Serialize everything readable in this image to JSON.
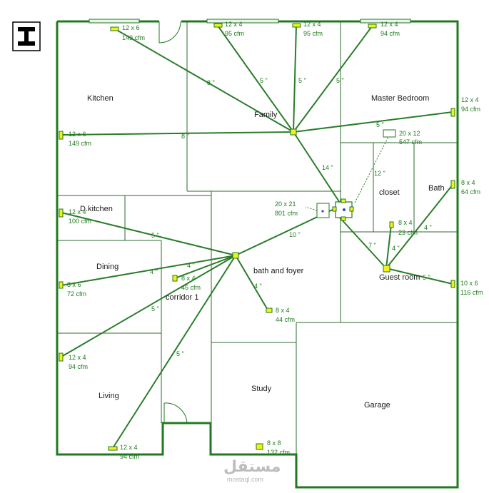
{
  "colors": {
    "wall": "#1f7a1f",
    "duct": "#2a7d2a",
    "label": "#1f7a1f",
    "fitting": "#f2f21a",
    "inner_wall": "#2e6b2e"
  },
  "legend_icon": "i-beam-icon",
  "rooms": [
    {
      "id": "kitchen",
      "label": "Kitchen"
    },
    {
      "id": "family",
      "label": "Family"
    },
    {
      "id": "master-bedroom",
      "label": "Master Bedroom"
    },
    {
      "id": "closet",
      "label": "closet"
    },
    {
      "id": "bath",
      "label": "Bath"
    },
    {
      "id": "d-kitchen",
      "label": "D.kitchen"
    },
    {
      "id": "dining",
      "label": "Dining"
    },
    {
      "id": "bath-foyer",
      "label": "bath and foyer"
    },
    {
      "id": "corridor",
      "label": "corridor 1"
    },
    {
      "id": "guest-room",
      "label": "Guest room"
    },
    {
      "id": "living",
      "label": "Living"
    },
    {
      "id": "study",
      "label": "Study"
    },
    {
      "id": "garage",
      "label": "Garage"
    }
  ],
  "registers": [
    {
      "id": "kitchen-top",
      "size": "12 x 6",
      "flow": "149 cfm"
    },
    {
      "id": "family-top-1",
      "size": "12 x 4",
      "flow": "95 cfm"
    },
    {
      "id": "family-top-2",
      "size": "12 x 4",
      "flow": "95 cfm"
    },
    {
      "id": "master-top",
      "size": "12 x 4",
      "flow": "94 cfm"
    },
    {
      "id": "master-right",
      "size": "12 x 4",
      "flow": "94 cfm"
    },
    {
      "id": "kitchen-left",
      "size": "12 x 6",
      "flow": "149 cfm"
    },
    {
      "id": "closet-grille",
      "size": "20 x 12",
      "flow": "547 cfm"
    },
    {
      "id": "bath-right",
      "size": "8 x 4",
      "flow": "64 cfm"
    },
    {
      "id": "return-main",
      "size": "20 x 21",
      "flow": "801 cfm"
    },
    {
      "id": "dkitchen-left",
      "size": "12 x 4",
      "flow": "100 cfm"
    },
    {
      "id": "guest-small",
      "size": "8 x 4",
      "flow": "23 cfm"
    },
    {
      "id": "corridor-reg",
      "size": "8 x 4",
      "flow": "45 cfm"
    },
    {
      "id": "dining-left",
      "size": "8 x 6",
      "flow": "72 cfm"
    },
    {
      "id": "guest-right",
      "size": "10 x 6",
      "flow": "116 cfm"
    },
    {
      "id": "foyer-reg",
      "size": "8 x 4",
      "flow": "44 cfm"
    },
    {
      "id": "living-left",
      "size": "12 x 4",
      "flow": "94 cfm"
    },
    {
      "id": "living-bottom",
      "size": "12 x 4",
      "flow": "94 cfm"
    },
    {
      "id": "study-bottom",
      "size": "8 x 8",
      "flow": "132 cfm"
    }
  ],
  "duct_labels": [
    {
      "id": "d-kitchen-top",
      "text": "8 \""
    },
    {
      "id": "d-family-1",
      "text": "5 \""
    },
    {
      "id": "d-family-2",
      "text": "5 \""
    },
    {
      "id": "d-master-top",
      "text": "5 \""
    },
    {
      "id": "d-kitchen-left",
      "text": "8 \""
    },
    {
      "id": "d-trunk-upper",
      "text": "14 \""
    },
    {
      "id": "d-closet",
      "text": "5 \""
    },
    {
      "id": "d-return",
      "text": "12 \""
    },
    {
      "id": "d-trunk-lower",
      "text": "10 \""
    },
    {
      "id": "d-dkitchen",
      "text": "5 \""
    },
    {
      "id": "d-dining",
      "text": "4 \""
    },
    {
      "id": "d-corridor",
      "text": "4 \""
    },
    {
      "id": "d-foyer",
      "text": "4 \""
    },
    {
      "id": "d-living",
      "text": "5 \""
    },
    {
      "id": "d-living-bottom",
      "text": "5 \""
    },
    {
      "id": "d-guest-branch",
      "text": "7 \""
    },
    {
      "id": "d-guest-small",
      "text": "4 \""
    },
    {
      "id": "d-bath",
      "text": "4 \""
    },
    {
      "id": "d-guest-right",
      "text": "5 \""
    }
  ],
  "watermark": {
    "arabic": "مستقل",
    "latin": "mostaql.com"
  }
}
